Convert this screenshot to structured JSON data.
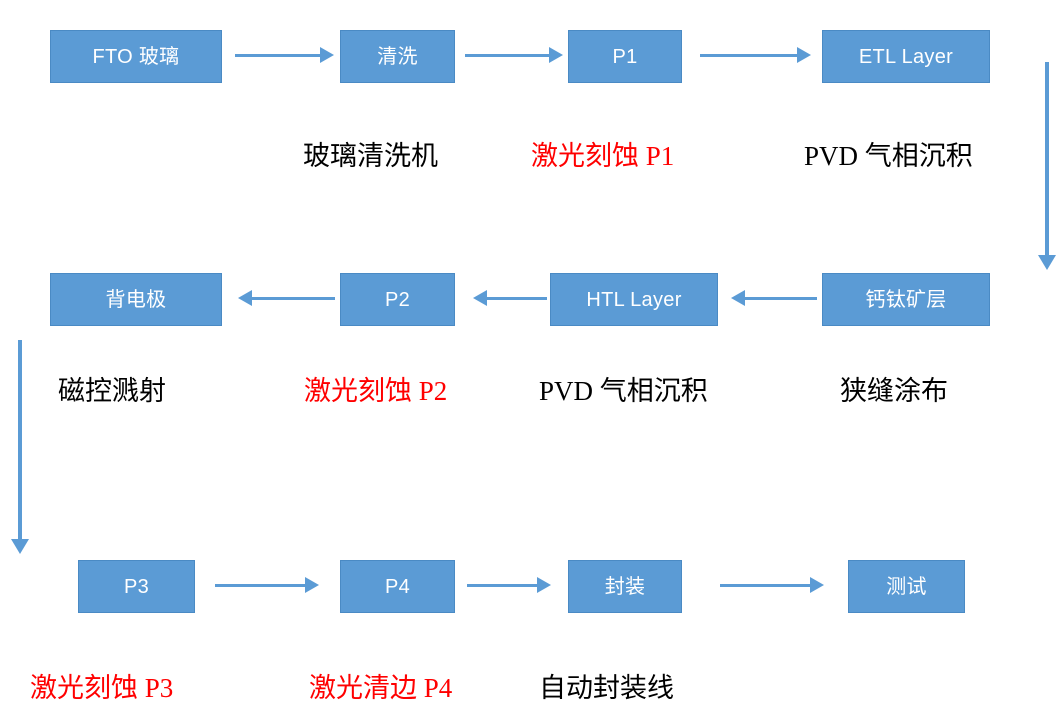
{
  "diagram": {
    "title": "",
    "colors": {
      "node_fill": "#5b9bd5",
      "node_border": "#4a8ac4",
      "node_text": "#ffffff",
      "arrow": "#5b9bd5",
      "caption_default": "#000000",
      "caption_highlight": "#ff0000",
      "background": "#ffffff"
    },
    "rows": [
      {
        "id": "row-1",
        "direction": "left-to-right",
        "nodes": [
          {
            "id": "fto-glass",
            "label": "FTO 玻璃"
          },
          {
            "id": "cleaning",
            "label": "清洗"
          },
          {
            "id": "p1",
            "label": "P1"
          },
          {
            "id": "etl-layer",
            "label": "ETL Layer"
          }
        ],
        "captions": [
          {
            "id": "glass-cleaner",
            "text": "玻璃清洗机",
            "highlight": false
          },
          {
            "id": "laser-scribe-p1",
            "text": "激光刻蚀 P1",
            "highlight": true
          },
          {
            "id": "pvd-deposition-1",
            "text": "PVD 气相沉积",
            "highlight": false
          }
        ]
      },
      {
        "id": "row-2",
        "direction": "right-to-left",
        "nodes": [
          {
            "id": "back-electrode",
            "label": "背电极"
          },
          {
            "id": "p2",
            "label": "P2"
          },
          {
            "id": "htl-layer",
            "label": "HTL Layer"
          },
          {
            "id": "perovskite-layer",
            "label": "钙钛矿层"
          }
        ],
        "captions": [
          {
            "id": "magnetron-sputtering",
            "text": "磁控溅射",
            "highlight": false
          },
          {
            "id": "laser-scribe-p2",
            "text": "激光刻蚀 P2",
            "highlight": true
          },
          {
            "id": "pvd-deposition-2",
            "text": "PVD 气相沉积",
            "highlight": false
          },
          {
            "id": "slot-die-coating",
            "text": "狭缝涂布",
            "highlight": false
          }
        ]
      },
      {
        "id": "row-3",
        "direction": "left-to-right",
        "nodes": [
          {
            "id": "p3",
            "label": "P3"
          },
          {
            "id": "p4",
            "label": "P4"
          },
          {
            "id": "encapsulation",
            "label": "封装"
          },
          {
            "id": "testing",
            "label": "测试"
          }
        ],
        "captions": [
          {
            "id": "laser-scribe-p3",
            "text": "激光刻蚀 P3",
            "highlight": true
          },
          {
            "id": "laser-edge-clean-p4",
            "text": "激光清边 P4",
            "highlight": true
          },
          {
            "id": "auto-encapsulation-line",
            "text": "自动封装线",
            "highlight": false
          }
        ]
      }
    ],
    "connectors": [
      {
        "id": "arrow-fto-to-cleaning",
        "type": "arrow-right"
      },
      {
        "id": "arrow-cleaning-to-p1",
        "type": "arrow-right"
      },
      {
        "id": "arrow-p1-to-etl",
        "type": "arrow-right"
      },
      {
        "id": "arrow-etl-to-perovskite",
        "type": "arrow-down"
      },
      {
        "id": "arrow-perovskite-to-htl",
        "type": "arrow-left"
      },
      {
        "id": "arrow-htl-to-p2",
        "type": "arrow-left"
      },
      {
        "id": "arrow-p2-to-back-electrode",
        "type": "arrow-left"
      },
      {
        "id": "arrow-back-electrode-to-p3",
        "type": "arrow-down"
      },
      {
        "id": "arrow-p3-to-p4",
        "type": "arrow-right"
      },
      {
        "id": "arrow-p4-to-encapsulation",
        "type": "arrow-right"
      },
      {
        "id": "arrow-encapsulation-to-testing",
        "type": "arrow-right"
      }
    ]
  }
}
